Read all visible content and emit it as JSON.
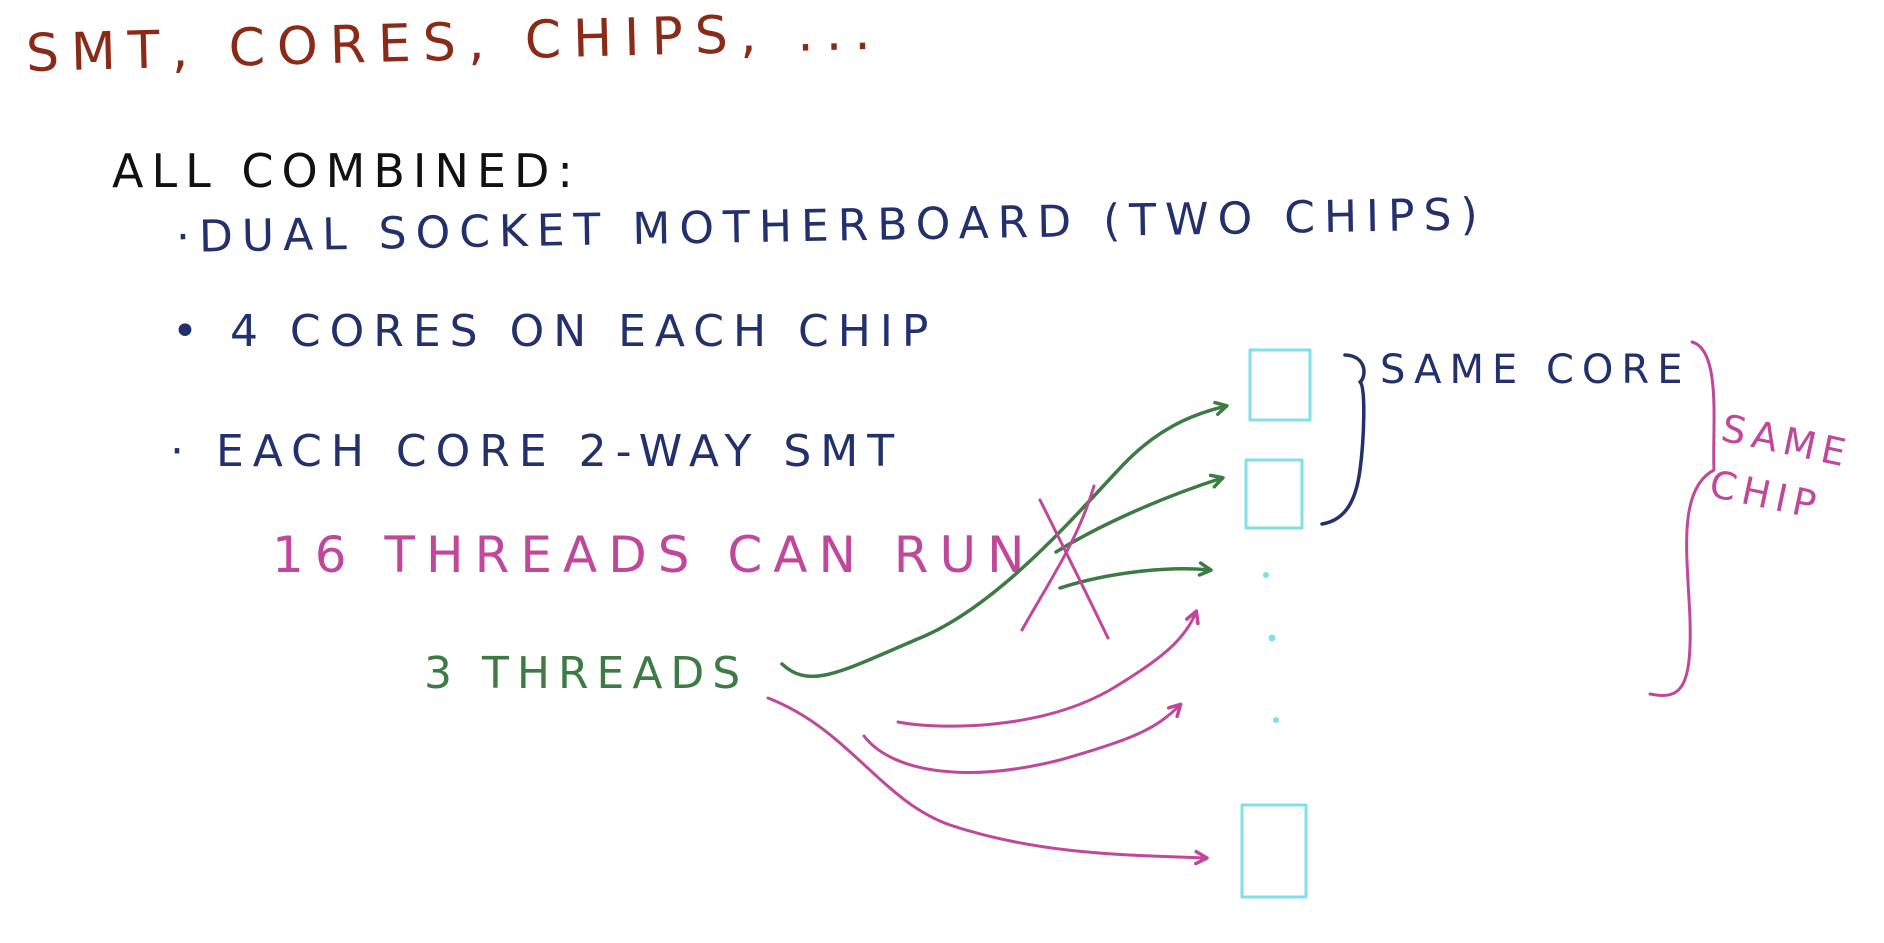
{
  "title": "SMT, CORES, CHIPS, ...",
  "subtitle": "ALL COMBINED:",
  "bullets": [
    "DUAL SOCKET MOTHERBOARD (TWO CHIPS)",
    "4 CORES ON EACH CHIP",
    "EACH CORE 2-WAY SMT"
  ],
  "summary": "16 THREADS CAN RUN",
  "threads_label": "3 THREADS",
  "brace_core_label": "SAME CORE",
  "brace_chip_label": "SAME CHIP",
  "colors": {
    "title": "#8b2a16",
    "subtitle": "#111111",
    "bullets": "#23306e",
    "summary": "#c0479a",
    "threads": "#3d7a44",
    "slots": "#7fe0e8",
    "brace_core": "#23306e",
    "brace_chip": "#c0479a",
    "arrows_green": "#3d7a44",
    "arrows_pink": "#c0479a",
    "cross": "#c0479a"
  }
}
